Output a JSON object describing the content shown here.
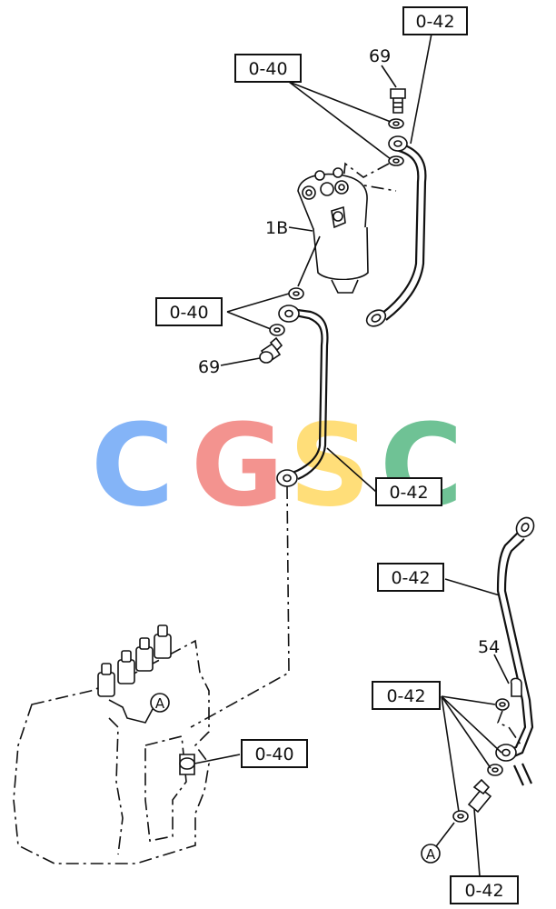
{
  "callouts": {
    "top_pipe": "0-42",
    "top_washers": "0-40",
    "top_bolt": "69",
    "filter": "1B",
    "mid_washers": "0-40",
    "mid_bolt": "69",
    "mid_pipe": "0-42",
    "pump_washer": "0-40",
    "right_pipe": "0-42",
    "right_bolt": "54",
    "right_washers": "0-42",
    "bottom_pipe": "0-42",
    "view_marker_1": "A",
    "view_marker_2": "A"
  },
  "watermark": {
    "letters": [
      "C",
      "G",
      "S",
      "C"
    ],
    "colors": [
      "#5b9bf5",
      "#f0706a",
      "#ffd34d",
      "#3fae72"
    ]
  }
}
